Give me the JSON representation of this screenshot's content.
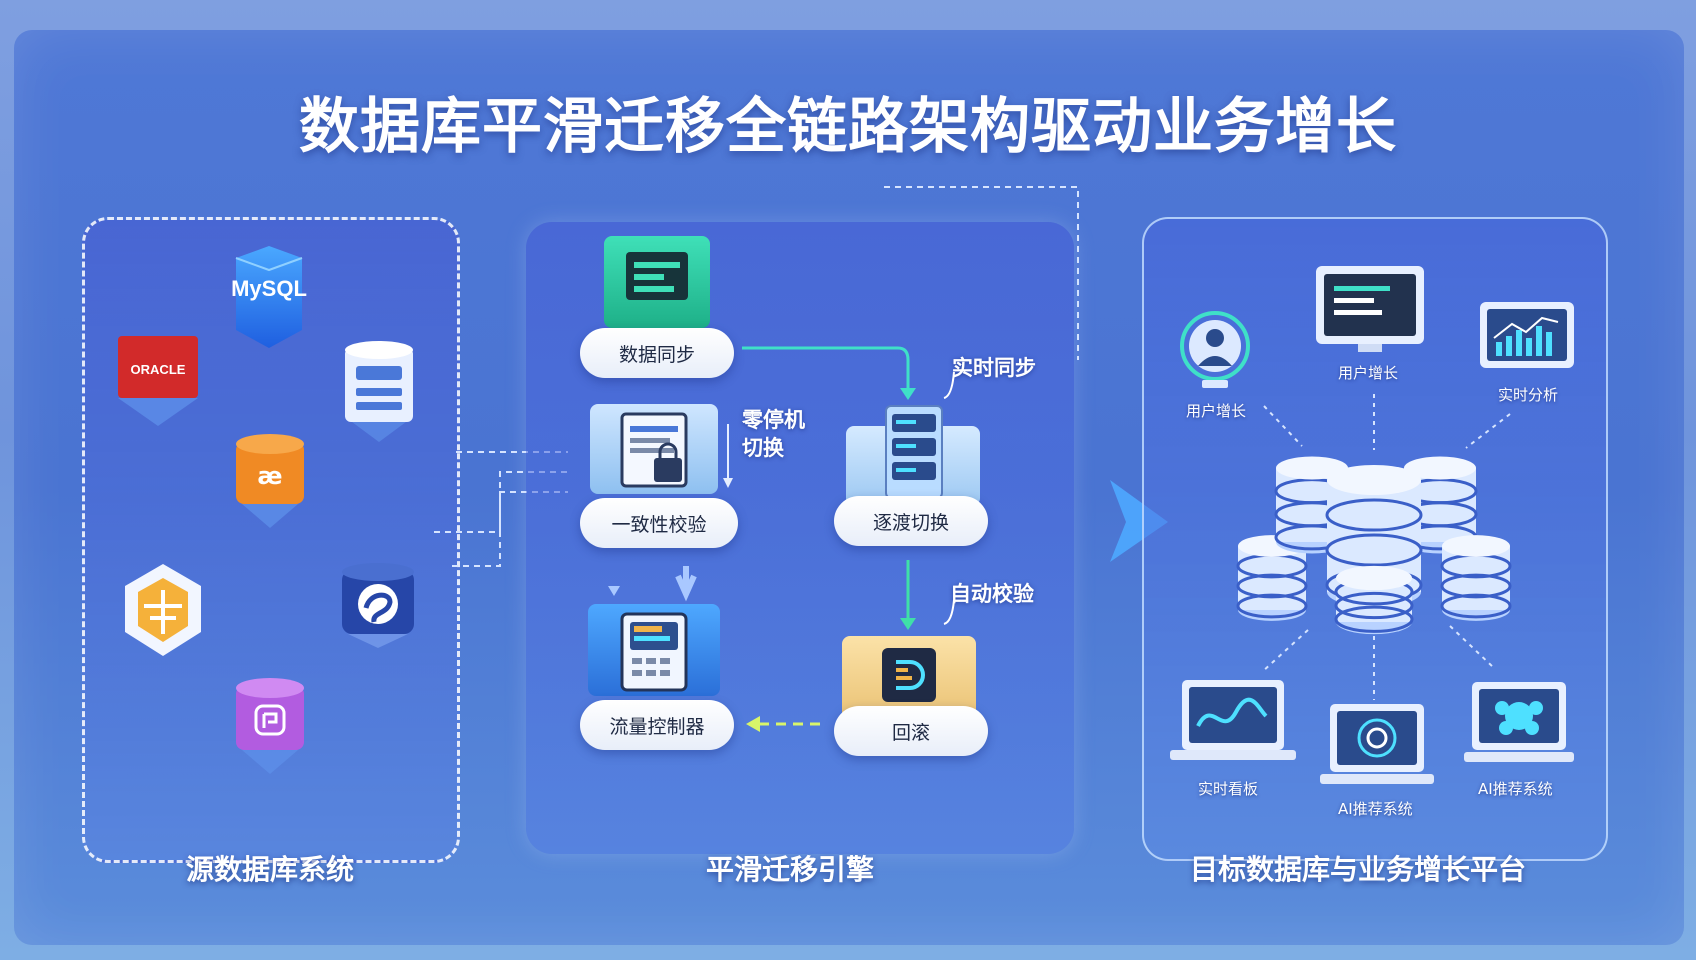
{
  "title": "数据库平滑迁移全链路架构驱动业务增长",
  "panels": {
    "source": {
      "label": "源数据库系统"
    },
    "engine": {
      "label": "平滑迁移引擎"
    },
    "target": {
      "label": "目标数据库与业务增长平台"
    }
  },
  "source_logos": {
    "mysql": "MySQL",
    "oracle": "ORACLE"
  },
  "engine": {
    "data_sync": "数据同步",
    "zero_downtime": [
      "零停机",
      "切换"
    ],
    "consistency_check": "一致性校验",
    "realtime_sync": "实时同步",
    "switch": "逐渡切换",
    "auto_verify": "自动校验",
    "traffic_controller": "流量控制器",
    "rollback": "回滚"
  },
  "target": {
    "user_growth_left": "用户增长",
    "user_growth_monitor": "用户增长",
    "realtime_analysis": "实时分析",
    "realtime_dashboard": "实时看板",
    "ai_recommend_center": "AI推荐系统",
    "ai_recommend_right": "AI推荐系统"
  },
  "colors": {
    "background": "#6f94dc",
    "panel": "#4f78d6",
    "accent_green": "#3fe0b8",
    "accent_blue": "#4ea8ff",
    "oracle_red": "#d22a2a",
    "orange": "#f08a24",
    "purple": "#b25ce0"
  }
}
